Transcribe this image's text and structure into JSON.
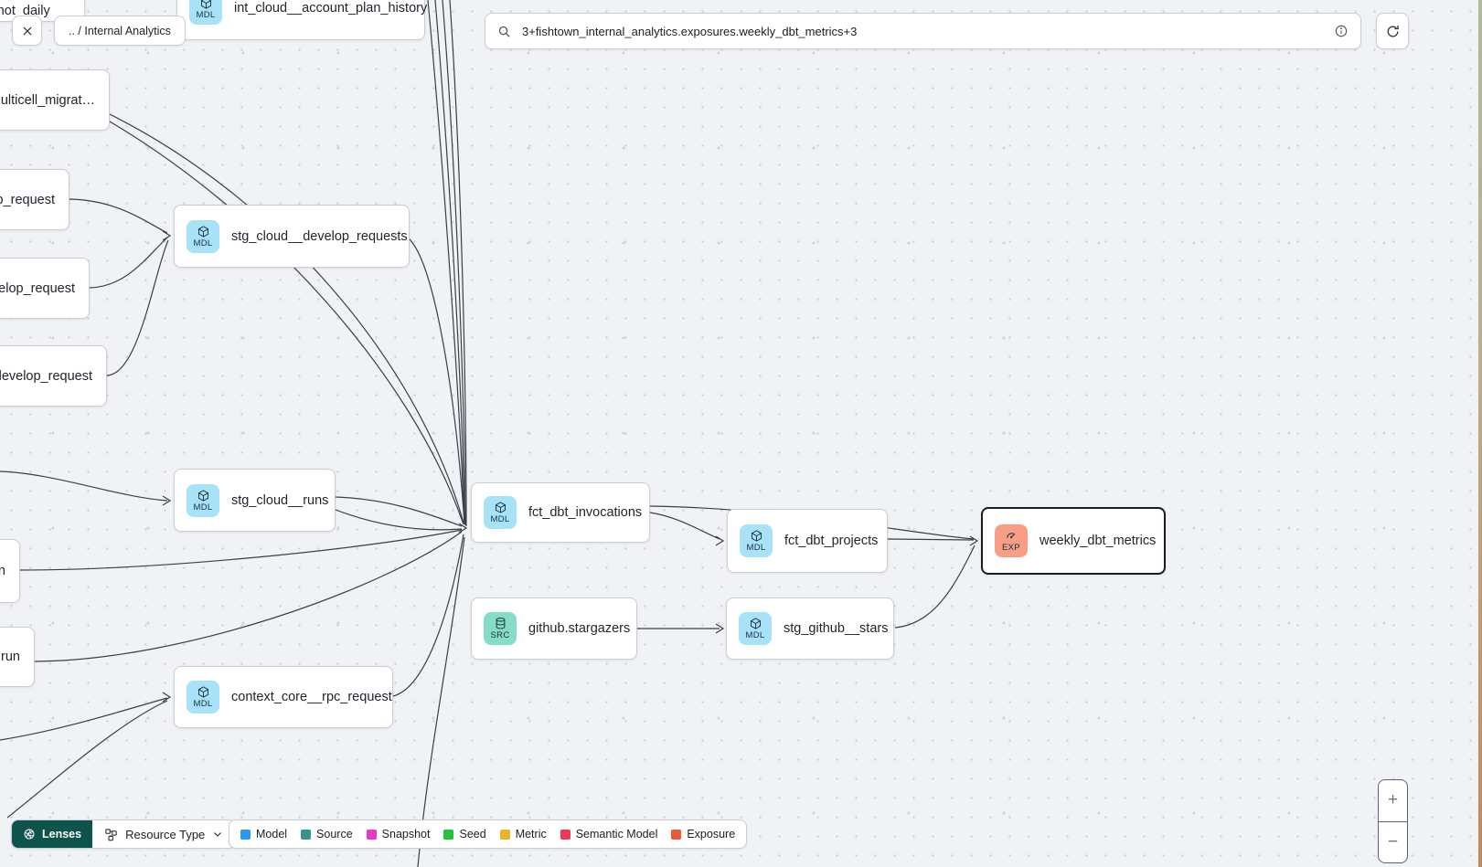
{
  "header": {
    "breadcrumb": ".. / Internal Analytics",
    "search": {
      "value": "3+fishtown_internal_analytics.exposures.weekly_dbt_metrics+3"
    }
  },
  "badges": {
    "model": "MDL",
    "source": "SRC",
    "exposure": "EXP"
  },
  "graph": {
    "nodes": [
      {
        "label": "snapshot_daily",
        "type": "plain"
      },
      {
        "label": "int_cloud__account_plan_history",
        "type": "model"
      },
      {
        "label": "multicell_migrat…",
        "type": "plain"
      },
      {
        "label": "p_request",
        "type": "plain"
      },
      {
        "label": "velop_request",
        "type": "plain"
      },
      {
        "label": "develop_request",
        "type": "plain"
      },
      {
        "label": "n",
        "type": "plain"
      },
      {
        "label": "run",
        "type": "plain"
      },
      {
        "label": "stg_cloud__develop_requests",
        "type": "model"
      },
      {
        "label": "stg_cloud__runs",
        "type": "model"
      },
      {
        "label": "context_core__rpc_request",
        "type": "model"
      },
      {
        "label": "fct_dbt_invocations",
        "type": "model"
      },
      {
        "label": "fct_dbt_projects",
        "type": "model"
      },
      {
        "label": "github.stargazers",
        "type": "source"
      },
      {
        "label": "stg_github__stars",
        "type": "model"
      },
      {
        "label": "weekly_dbt_metrics",
        "type": "exposure",
        "selected": true
      }
    ]
  },
  "toolbar": {
    "lenses": "Lenses",
    "resource_type": "Resource Type"
  },
  "legend": {
    "items": [
      {
        "label": "Model",
        "color": "#2b99f0"
      },
      {
        "label": "Source",
        "color": "#35938a"
      },
      {
        "label": "Snapshot",
        "color": "#e83ac5"
      },
      {
        "label": "Seed",
        "color": "#27c23b"
      },
      {
        "label": "Metric",
        "color": "#e9b32a"
      },
      {
        "label": "Semantic Model",
        "color": "#eb3a57"
      },
      {
        "label": "Exposure",
        "color": "#ec5b35"
      }
    ]
  },
  "zoom_controls": {
    "in": "+",
    "out": "−"
  }
}
